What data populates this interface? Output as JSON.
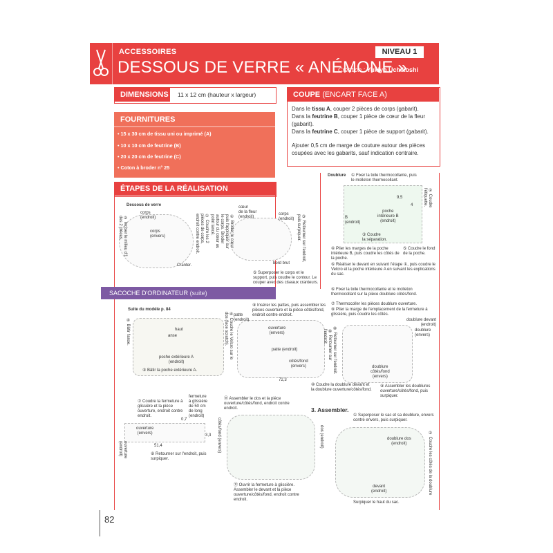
{
  "header": {
    "category": "ACCESSOIRES",
    "title": "DESSOUS DE VERRE « ANÉMONE »",
    "level": "NIVEAU 1",
    "credit_label": "Création : ",
    "credit_name": "Yukiyo Uchikoshi",
    "icon": "scissors-icon"
  },
  "dimensions": {
    "label": "DIMENSIONS",
    "value": "11 x 12 cm (hauteur x largeur)"
  },
  "fournitures": {
    "label": "FOURNITURES",
    "items": [
      "15 x 30 cm de tissu uni ou imprimé (A)",
      "10 x 10 cm de feutrine (B)",
      "20 x 20 cm de feutrine (C)",
      "Coton à broder n° 25"
    ]
  },
  "coupe": {
    "label": "COUPE",
    "sub": "(ENCART FACE A)",
    "p1_a": "Dans le ",
    "p1_b": "tissu A",
    "p1_c": ", couper 2 pièces de corps (gabarit).",
    "p2_a": "Dans la ",
    "p2_b": "feutrine B",
    "p2_c": ", couper 1 pièce de cœur de la fleur (gabarit).",
    "p3_a": "Dans la ",
    "p3_b": "feutrine C",
    "p3_c": ", couper 1 pièce de support (gabarit).",
    "p4": "Ajouter 0,5 cm de marge de couture autour des pièces coupées avec les gabarits, sauf indication contraire."
  },
  "etapes": {
    "label": "ÉTAPES DE LA RÉALISATION",
    "dessous_title": "Dessous de verre",
    "labels": {
      "corps_endroit": "corps\n(endroit)",
      "corps_envers": "corps\n(envers)",
      "step1": "① Coudre les 2 pièces de corps, endroit contre endroit.",
      "step2": "② Inciser le milieu d'1 des 2 pièces.",
      "cranter": "Cranter.",
      "coeur": "cœur\nde la fleur\n(endroit)",
      "corps_endroit2": "corps\n(endroit)",
      "step3": "③ Retourner sur l'endroit, puis surpiquer.",
      "step4": "④ Broder le cœur puis l'appliquer sur le corps. Broder autour du cœur au point lancé.",
      "bord_brut": "bord brut",
      "step5": "⑤ Superposer le corps et le support, puis coudre le contour. Le couper avec des ciseaux cranteurs."
    }
  },
  "doublure": {
    "title": "Doublure",
    "labels": {
      "l1": "① Fixer la toile thermocollante, puis le molleton thermocollant.",
      "l2": "② Coudre l'étiquette.",
      "dim1": "9,5",
      "dim2": "4",
      "poche_int": "poche\nintérieure B\n(endroit)",
      "b_endroit": "B\n(endroit)",
      "separation": "③ Coudre\nla séparation.",
      "step4": "④ Plier les marges de la poche intérieure B, puis coudre les côtés de la poche.",
      "step5": "⑤ Coudre le fond de la poche.",
      "step6": "⑥ Réaliser le devant en suivant l'étape ①, puis coudre le Velcro et la poche intérieure A en suivant les explications du sac.",
      "step6b": "⑥ Fixer la toile thermocollante et le molleton thermocollant sur la pièce doublure côtés/fond.",
      "step7": "⑦ Thermocoller les pièces doublure ouverture.",
      "step8": "⑧ Plier la marge de l'emplacement de la fermeture à glissière, puis coudre les côtés.",
      "doublure_devant": "doublure devant\n(endroit)",
      "doublure_envers": "doublure\n(envers)",
      "retourner": "⑩ Retourner sur l'endroit.",
      "doublure_cotes": "doublure\ncôtés/fond\n(envers)",
      "step9": "⑨ Assembler les doublures ouverture/côtés/fond, puis surpiquer.",
      "step10": "⑩ Coudre la doublure devant et la doublure ouverture/côtés/fond."
    }
  },
  "sacoche": {
    "banner": "SACOCHE D'ORDINATEUR",
    "banner_suite": " (suite)",
    "suite_modele": "Suite du modèle p. 84",
    "labels": {
      "batir_anse": "④ Bâtir l'anse.",
      "haut": "haut",
      "anse": "anse",
      "poche_ext": "poche extérieure A\n(endroit)",
      "batir_poche": "⑤ Bâtir la poche extérieure A.",
      "velcro": "④ Coudre le Velcro sur le dos (face scratch).",
      "inserer": "⑨ Insérer les pattes, puis assembler les pièces ouverture et la pièce côtés/fond, endroit contre endroit.",
      "patte": "patte\n(endroit)",
      "ouverture": "ouverture\n(envers)",
      "patte2": "patte (endroit)",
      "cotes_fond": "côtés/fond\n(envers)",
      "retourner": "⑩ Retourner sur l'endroit.",
      "dim_723": "72,3",
      "fermeture": "⑦ Coudre la fermeture à glissière et la pièce ouverture, endroit contre endroit.",
      "fermeture2": "fermeture\nà glissière\nde 50 cm\nde long\n(endroit)",
      "ouverture_envers": "ouverture\n(envers)",
      "dim_07": "0,7",
      "dim_514": "51,4",
      "dim_33": "3,3",
      "ouverture_endroit": "ouverture\n(endroit)",
      "retourner2": "⑧ Retourner sur l'endroit, puis surpiquer.",
      "dos_cotes": "⑪ Assembler le dos et la pièce ouverture/côtés/fond, endroit contre endroit.",
      "cotes_fond2": "côtés/fond (envers)",
      "dos_endroit": "dos (endroit)",
      "ouvrir": "⑪ Ouvrir la fermeture à glissière. Assembler le devant et la pièce ouverture/côtés/fond, endroit contre endroit.",
      "assembler": "3. Assembler.",
      "superposer": "① Superposer le sac et sa doublure, envers contre envers, puis surpiquer.",
      "doublure_dos": "doublure dos\n(endroit)",
      "coudre_cotes": "② Coudre les côtés de la doublure",
      "devant": "devant\n(endroit)",
      "surpiquer": "Surpiquer le haut du sac."
    }
  },
  "page_number": "82",
  "colors": {
    "accent": "#e84140",
    "salmon": "#f0705a",
    "purple": "#7d5aa3"
  }
}
